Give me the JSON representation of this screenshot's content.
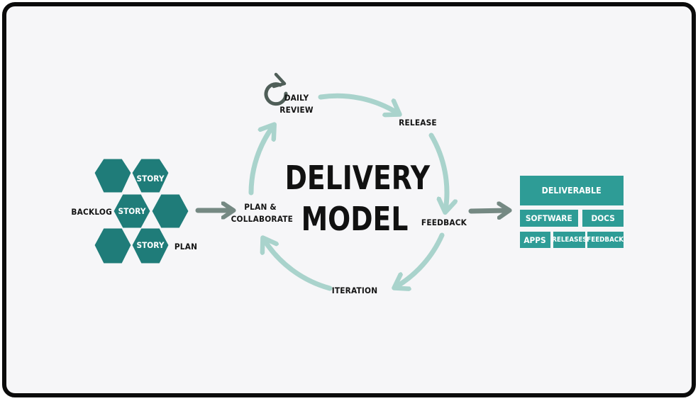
{
  "title": {
    "line1": "DELIVERY",
    "line2": "MODEL"
  },
  "cycle": {
    "daily_review": {
      "line1": "DAILY",
      "line2": "REVIEW"
    },
    "release": "RELEASE",
    "feedback": "FEEDBACK",
    "iteration": "ITERATION",
    "plan_collaborate": {
      "line1": "PLAN &",
      "line2": "COLLABORATE"
    }
  },
  "backlog": {
    "label": "BACKLOG",
    "plan_label": "PLAN",
    "stories": [
      "STORY",
      "STORY",
      "STORY"
    ]
  },
  "deliverable": {
    "header": "DELIVERABLE",
    "row1": [
      "SOFTWARE",
      "DOCS"
    ],
    "row2": [
      "APPS",
      "RELEASES",
      "FEEDBACK"
    ]
  },
  "colors": {
    "hex_fill": "#1f7c79",
    "box_fill": "#2e9c96",
    "cycle_arrow": "#a9d3cc",
    "flow_arrow": "#758983",
    "daily_icon": "#4f5e58",
    "text": "#141414"
  }
}
